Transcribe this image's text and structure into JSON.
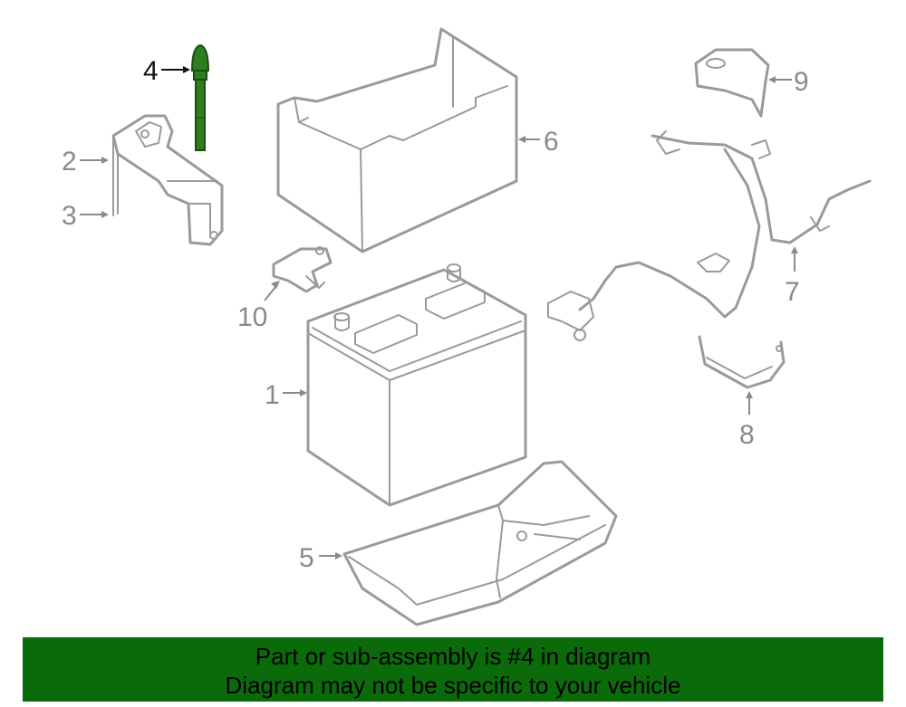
{
  "callouts": {
    "c1": "1",
    "c2": "2",
    "c3": "3",
    "c4": "4",
    "c5": "5",
    "c6": "6",
    "c7": "7",
    "c8": "8",
    "c9": "9",
    "c10": "10"
  },
  "highlight_color": "#2e7d1e",
  "banner": {
    "line1": "Part or sub-assembly is #4 in diagram",
    "line2": "Diagram may not be specific to your vehicle",
    "background": "#0b6b0b"
  }
}
